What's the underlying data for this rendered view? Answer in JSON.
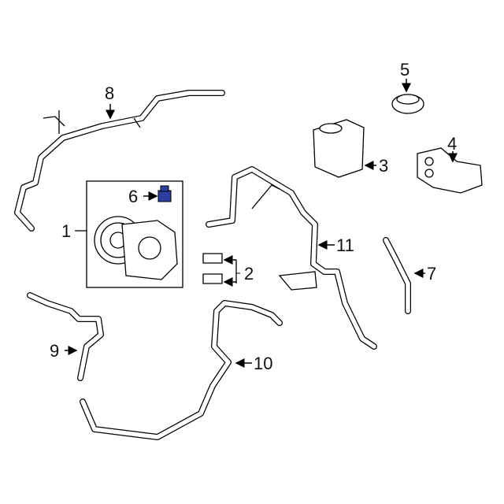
{
  "diagram": {
    "callouts": [
      {
        "id": "1",
        "label": "1"
      },
      {
        "id": "2",
        "label": "2"
      },
      {
        "id": "3",
        "label": "3"
      },
      {
        "id": "4",
        "label": "4"
      },
      {
        "id": "5",
        "label": "5"
      },
      {
        "id": "6",
        "label": "6"
      },
      {
        "id": "7",
        "label": "7"
      },
      {
        "id": "8",
        "label": "8"
      },
      {
        "id": "9",
        "label": "9"
      },
      {
        "id": "10",
        "label": "10"
      },
      {
        "id": "11",
        "label": "11"
      }
    ],
    "highlight_color": "#2b3fa0"
  }
}
